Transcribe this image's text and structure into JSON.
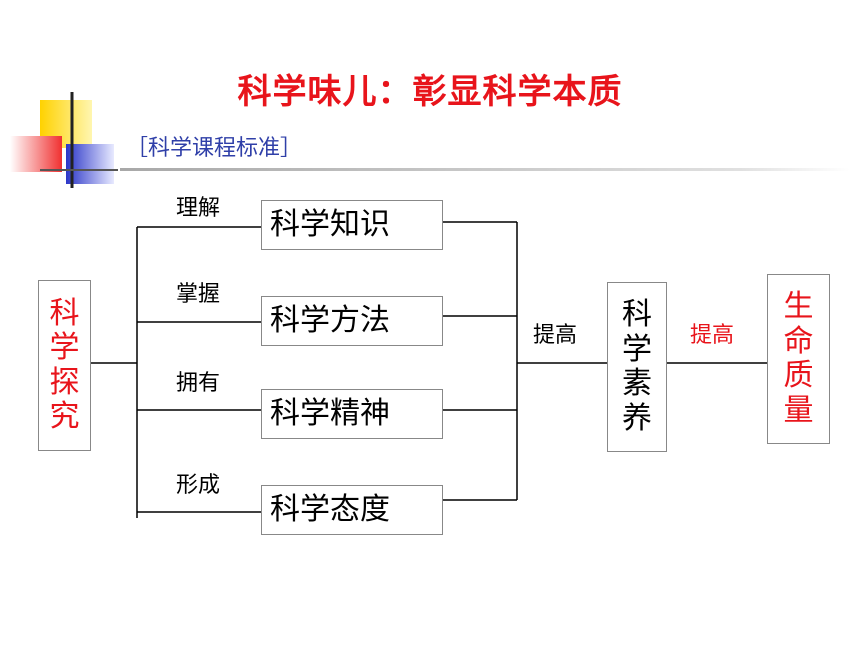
{
  "slide": {
    "title": "科学味儿：彰显科学本质",
    "subtitle": "［科学课程标准］"
  },
  "diagram": {
    "source": [
      "科",
      "学",
      "探",
      "究"
    ],
    "branches": [
      {
        "verb": "理解",
        "box": "科学知识"
      },
      {
        "verb": "掌握",
        "box": "科学方法"
      },
      {
        "verb": "拥有",
        "box": "科学精神"
      },
      {
        "verb": "形成",
        "box": "科学态度"
      }
    ],
    "improve_label_1": "提高",
    "literacy": [
      "科",
      "学",
      "素",
      "养"
    ],
    "improve_label_2": "提高",
    "life": [
      "生",
      "命",
      "质",
      "量"
    ]
  },
  "colors": {
    "accent_red": "#e8141b",
    "subtitle_blue": "#2f3fa8",
    "deco_yellow": "#ffd200",
    "deco_blue": "#2b36c8"
  }
}
